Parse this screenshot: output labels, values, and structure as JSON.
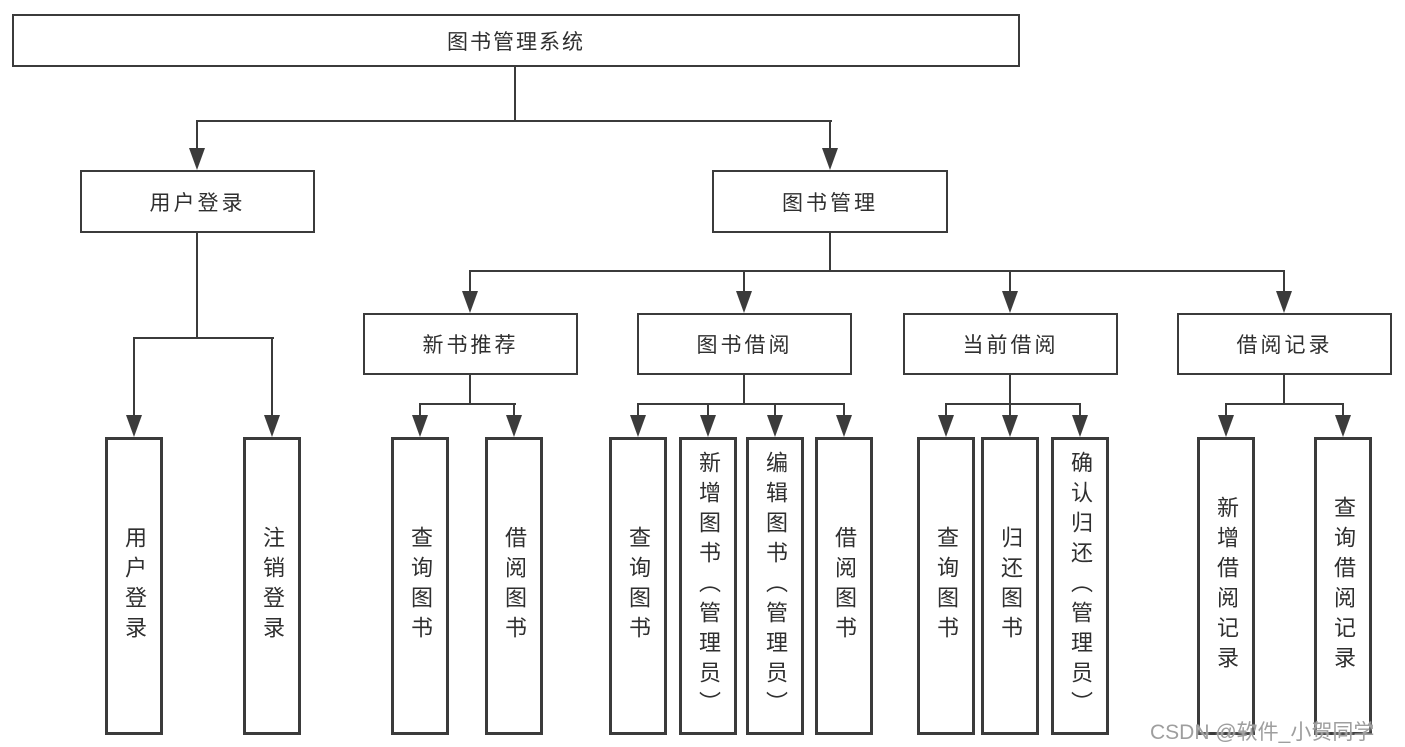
{
  "colors": {
    "line": "#3b3b3b",
    "box_border": "#3b3b3b",
    "text": "#2f2f2f",
    "background": "#ffffff",
    "watermark": "#9e9e9e"
  },
  "watermark": {
    "text": "CSDN @软件_小贺同学"
  },
  "tree": {
    "root": {
      "label": "图书管理系统",
      "children": [
        {
          "label": "用户登录",
          "children": [
            {
              "label": "用户登录"
            },
            {
              "label": "注销登录"
            }
          ]
        },
        {
          "label": "图书管理",
          "children": [
            {
              "label": "新书推荐",
              "children": [
                {
                  "label": "查询图书"
                },
                {
                  "label": "借阅图书"
                }
              ]
            },
            {
              "label": "图书借阅",
              "children": [
                {
                  "label": "查询图书"
                },
                {
                  "label": "新增图书（管理员）"
                },
                {
                  "label": "编辑图书（管理员）"
                },
                {
                  "label": "借阅图书"
                }
              ]
            },
            {
              "label": "当前借阅",
              "children": [
                {
                  "label": "查询图书"
                },
                {
                  "label": "归还图书"
                },
                {
                  "label": "确认归还（管理员）"
                }
              ]
            },
            {
              "label": "借阅记录",
              "children": [
                {
                  "label": "新增借阅记录"
                },
                {
                  "label": "查询借阅记录"
                }
              ]
            }
          ]
        }
      ]
    }
  }
}
